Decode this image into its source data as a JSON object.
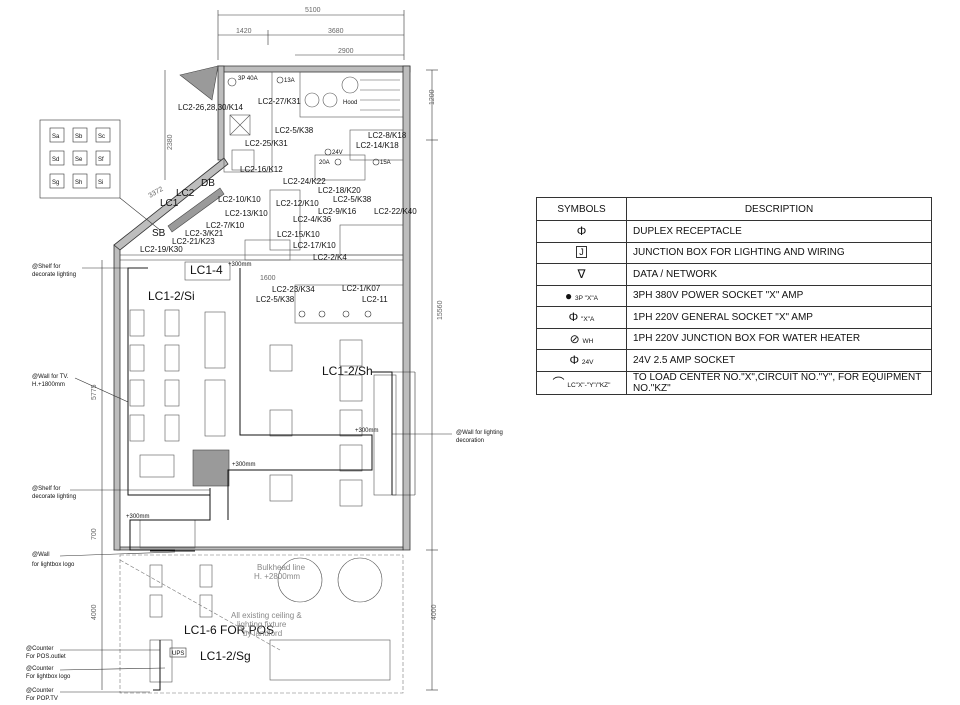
{
  "dimensions": {
    "overall_width": "5100",
    "left_segment": "1420",
    "right_segment": "3680",
    "kitchen_width": "2900",
    "top_right": "1200",
    "right_overall": "15560",
    "right_mid": "4000",
    "left_upper": "2380",
    "left_diag": "3372",
    "left_mid": "5775",
    "left_lower": "4000",
    "door": "700",
    "inner": "1600"
  },
  "circuits": {
    "k14": "LC2-26,28,30/K14",
    "k31a": "LC2-27/K31",
    "k38a": "LC2-5/K38",
    "k18": "LC2-8/K18",
    "k31b": "LC2-25/K31",
    "k18b": "LC2-14/K18",
    "k12": "LC2-16/K12",
    "k22": "LC2-24/K22",
    "k20": "LC2-18/K20",
    "k38b": "LC2-5/K38",
    "k40": "LC2-22/K40",
    "k10a": "LC2-10/K10",
    "k10b": "LC2-12/K10",
    "k10c": "LC2-13/K10",
    "k16": "LC2-9/K16",
    "k36": "LC2-4/K36",
    "k10d": "LC2-7/K10",
    "k21": "LC2-3/K21",
    "k10e": "LC2-15/K10",
    "k30": "LC2-19/K30",
    "k10f": "LC2-17/K10",
    "k4": "LC2-2/K4",
    "k34": "LC2-23/K34",
    "k07": "LC2-1/K07",
    "k38c": "LC2-5/K38",
    "lc211": "LC2-11",
    "k23": "LC2-21/K23"
  },
  "panels": {
    "lc1": "LC1",
    "lc2": "LC2",
    "db": "DB",
    "sb": "SB",
    "lc1_4": "LC1-4",
    "lc1_2_si": "LC1-2/Si",
    "lc1_2_sh": "LC1-2/Sh",
    "lc1_6": "LC1-6 FOR POS",
    "lc1_2_sg": "LC1-2/Sg",
    "ups": "UPS"
  },
  "switch_grid": [
    "Sa",
    "Sb",
    "Sc",
    "Sd",
    "Se",
    "Sf",
    "Sg",
    "Sh",
    "Si"
  ],
  "plan_labels": {
    "hood": "Hood",
    "bulkhead1": "Bulkhead line",
    "bulkhead2": "H. +2800mm",
    "existing1": "All existing ceiling &",
    "existing2": "lighting fixture",
    "existing3": "by landlord",
    "h300a": "+300mm",
    "h300b": "+300mm",
    "h300c": "+300mm",
    "h300d": "+300mm",
    "v24": "24V",
    "a13": "13A",
    "a15": "15A",
    "a20": "20A",
    "a40": "3P 40A"
  },
  "callouts": {
    "shelf_top1": "@Shelf for",
    "shelf_top2": "decorate lighting",
    "tv1": "@Wall for TV.",
    "tv2": "H.+1800mm",
    "shelf_mid1": "@Shelf for",
    "shelf_mid2": "decorate lighting",
    "lightbox1": "@Wall",
    "lightbox2": "for lightbox logo",
    "counter_pos1": "@Counter",
    "counter_pos2": "For POS.outlet",
    "counter_logo1": "@Counter",
    "counter_logo2": "For lightbox logo",
    "counter_tv1": "@Counter",
    "counter_tv2": "For POP.TV",
    "wall_deco1": "@Wall for lighting",
    "wall_deco2": "decoration"
  },
  "legend": {
    "header_symbols": "SYMBOLS",
    "header_description": "DESCRIPTION",
    "rows": [
      {
        "symbol": "Φ",
        "tag": "",
        "description": "DUPLEX RECEPTACLE"
      },
      {
        "symbol": "J",
        "tag": "",
        "description": "JUNCTION BOX FOR LIGHTING AND WIRING"
      },
      {
        "symbol": "∇",
        "tag": "",
        "description": "DATA / NETWORK"
      },
      {
        "symbol": "●",
        "tag": "3P \"X\"A",
        "description": "3PH 380V POWER SOCKET \"X\" AMP"
      },
      {
        "symbol": "Φ",
        "tag": "\"X\"A",
        "description": "1PH 220V GENERAL SOCKET \"X\" AMP"
      },
      {
        "symbol": "⊘",
        "tag": "WH",
        "description": "1PH 220V JUNCTION BOX FOR WATER HEATER"
      },
      {
        "symbol": "Φ",
        "tag": "24V",
        "description": "24V 2.5 AMP SOCKET"
      },
      {
        "symbol": "⌒",
        "tag": "LC\"X\"-\"Y\"/\"KZ\"",
        "description": "TO LOAD CENTER NO.\"X\",CIRCUIT NO.\"Y\", FOR EQUIPMENT NO.\"KZ\""
      }
    ]
  }
}
